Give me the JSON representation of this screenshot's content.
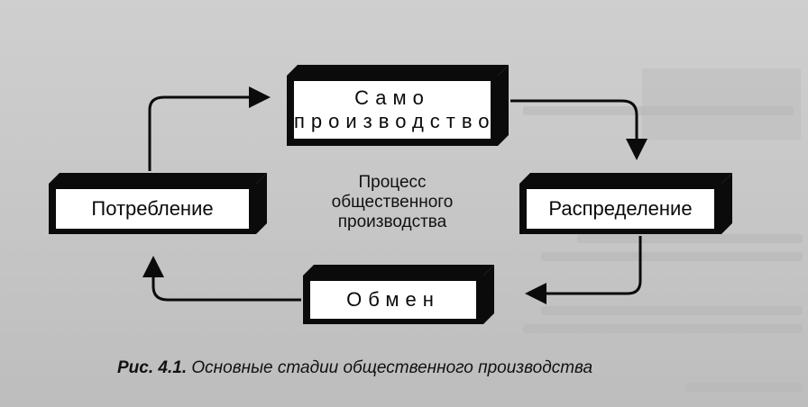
{
  "diagram": {
    "stages": {
      "production": "Само производство",
      "distribution": "Распределение",
      "exchange": "Обмен",
      "consumption": "Потребление"
    },
    "center": {
      "line1": "Процесс",
      "line2": "общественного",
      "line3": "производства"
    }
  },
  "caption": {
    "number": "Рис.  4.1.",
    "text": "Основные стадии общественного производства"
  },
  "colors": {
    "box_fill": "#ffffff",
    "box_frame": "#0b0b0b",
    "paper": "#c9c9c9"
  }
}
